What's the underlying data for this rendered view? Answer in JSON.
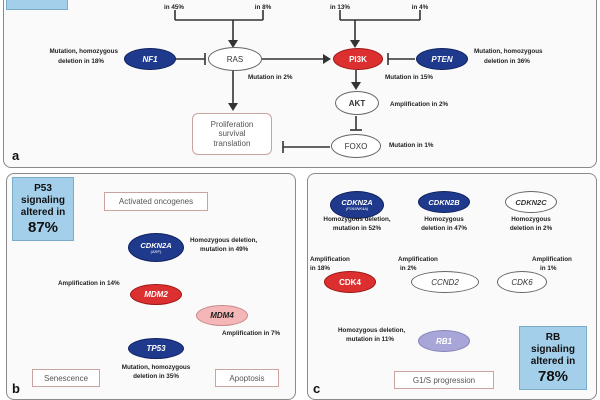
{
  "panel_a": {
    "letter": "a",
    "top_labels": [
      "in 45%",
      "in 8%",
      "in 13%",
      "in 4%"
    ],
    "nodes": {
      "nf1": "NF1",
      "ras": "RAS",
      "pi3k": "PI3K",
      "pten": "PTEN",
      "akt": "AKT",
      "foxo": "FOXO",
      "proliferation": [
        "Proliferation",
        "survival",
        "translation"
      ]
    },
    "labels": {
      "nf1": [
        "Mutation, homozygous",
        "deletion in 18%"
      ],
      "pten": [
        "Mutation, homozygous",
        "deletion in 36%"
      ],
      "ras": "Mutation in 2%",
      "pi3k": "Mutation in 15%",
      "akt": "Amplification in 2%",
      "foxo": "Mutation in 1%"
    }
  },
  "panel_b": {
    "letter": "b",
    "callout": [
      "P53",
      "signaling",
      "altered in",
      "87%"
    ],
    "nodes": {
      "oncogenes": "Activated oncogenes",
      "cdkn2a": "CDKN2A",
      "cdkn2a_sub": "(ARF)",
      "mdm2": "MDM2",
      "mdm4": "MDM4",
      "tp53": "TP53",
      "senescence": "Senescence",
      "apoptosis": "Apoptosis"
    },
    "labels": {
      "cdkn2a": [
        "Homozygous deletion,",
        "mutation in 49%"
      ],
      "mdm2": "Amplification in 14%",
      "mdm4": "Amplification in 7%",
      "tp53": [
        "Mutation, homozygous",
        "deletion in 35%"
      ]
    }
  },
  "panel_c": {
    "letter": "c",
    "callout": [
      "RB",
      "signaling",
      "altered in",
      "78%"
    ],
    "nodes": {
      "cdkn2a": "CDKN2A",
      "cdkn2a_sub": "(P16/INK4A)",
      "cdkn2b": "CDKN2B",
      "cdkn2c": "CDKN2C",
      "cdk4": "CDK4",
      "ccnd2": "CCND2",
      "cdk6": "CDK6",
      "rb1": "RB1",
      "g1s": "G1/S progression"
    },
    "labels": {
      "cdkn2a": [
        "Homozygous deletion,",
        "mutation in 52%"
      ],
      "cdkn2b": [
        "Homozygous",
        "deletion in 47%"
      ],
      "cdkn2c": [
        "Homozygous",
        "deletion in 2%"
      ],
      "cdk4": [
        "Amplification",
        "in 18%"
      ],
      "ccnd2": [
        "Amplification",
        "in 2%"
      ],
      "cdk6": [
        "Amplification",
        "in 1%"
      ],
      "rb1": [
        "Homozygous deletion,",
        "mutation in 11%"
      ]
    }
  },
  "colors": {
    "mutated_blue": "#1f3a8c",
    "amplified_red": "#dc3030",
    "amplified_pink": "#f4b6b6",
    "deleted_lavender": "#a8a6d8",
    "callout_blue": "#a3cfea"
  }
}
